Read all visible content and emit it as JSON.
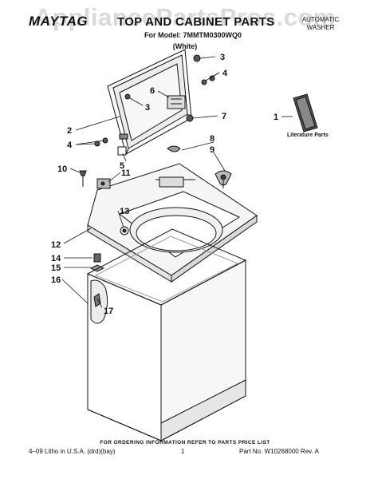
{
  "watermark": "AppliancePartsPros.com",
  "brand": "MAYTAG",
  "title": "TOP AND CABINET PARTS",
  "model_line": "For Model: 7MMTM0300WQ0",
  "color_line": "(White)",
  "category": {
    "line1": "AUTOMATIC",
    "line2": "WASHER"
  },
  "literature_label": "Literature Parts",
  "ordering_note": "FOR ORDERING INFORMATION REFER TO PARTS PRICE LIST",
  "footer": {
    "left": "4–09 Litho in U.S.A. (drd)(bay)",
    "page": "1",
    "right": "Part No. W10268000 Rev. A"
  },
  "callouts": [
    {
      "id": "c3a",
      "label": "3"
    },
    {
      "id": "c4a",
      "label": "4"
    },
    {
      "id": "c6",
      "label": "6"
    },
    {
      "id": "c3b",
      "label": "3"
    },
    {
      "id": "c7",
      "label": "7"
    },
    {
      "id": "c1",
      "label": "1"
    },
    {
      "id": "c2",
      "label": "2"
    },
    {
      "id": "c4b",
      "label": "4"
    },
    {
      "id": "c8",
      "label": "8"
    },
    {
      "id": "c9",
      "label": "9"
    },
    {
      "id": "c5",
      "label": "5"
    },
    {
      "id": "c10",
      "label": "10"
    },
    {
      "id": "c11",
      "label": "11"
    },
    {
      "id": "c13",
      "label": "13"
    },
    {
      "id": "c12",
      "label": "12"
    },
    {
      "id": "c14",
      "label": "14"
    },
    {
      "id": "c15",
      "label": "15"
    },
    {
      "id": "c16",
      "label": "16"
    },
    {
      "id": "c17",
      "label": "17"
    }
  ]
}
